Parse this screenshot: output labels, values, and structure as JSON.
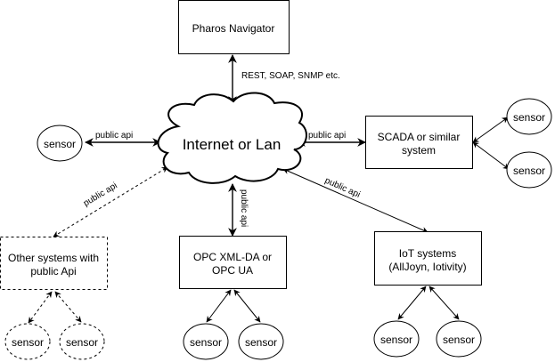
{
  "diagram": {
    "nodes": {
      "pharos": {
        "label": "Pharos Navigator"
      },
      "cloud": {
        "label": "Internet or Lan"
      },
      "scada": {
        "lines": [
          "SCADA or similar",
          "system"
        ]
      },
      "other": {
        "lines": [
          "Other systems with",
          "public Api"
        ]
      },
      "opc": {
        "lines": [
          "OPC XML-DA or",
          "OPC UA"
        ]
      },
      "iot": {
        "lines": [
          "IoT systems",
          "(AllJoyn, Iotivity)"
        ]
      },
      "sensor_left": {
        "label": "sensor"
      },
      "sensor_scada_1": {
        "label": "sensor"
      },
      "sensor_scada_2": {
        "label": "sensor"
      },
      "sensor_other_1": {
        "label": "sensor"
      },
      "sensor_other_2": {
        "label": "sensor"
      },
      "sensor_opc_1": {
        "label": "sensor"
      },
      "sensor_opc_2": {
        "label": "sensor"
      },
      "sensor_iot_1": {
        "label": "sensor"
      },
      "sensor_iot_2": {
        "label": "sensor"
      }
    },
    "edges": {
      "pharos_cloud": "REST, SOAP, SNMP etc.",
      "sensor_cloud": "public api",
      "cloud_scada": "public api",
      "other_cloud": "public api",
      "opc_cloud": "public api",
      "iot_cloud": "public api"
    }
  }
}
